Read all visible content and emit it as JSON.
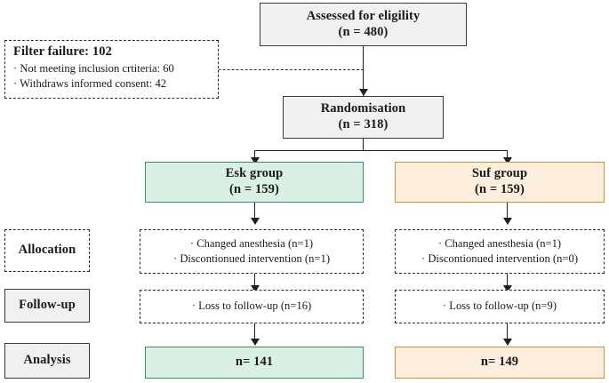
{
  "diagram": {
    "title": "CONSORT participant flow diagram",
    "colors": {
      "green_fill": "#daf0e4",
      "green_border": "#3f8f6b",
      "orange_fill": "#fdeedd",
      "orange_border": "#c8923f",
      "gray_fill": "#f0f0f0",
      "gray_border": "#3b3b3b",
      "line": "#2b2b2b"
    }
  },
  "nodes": {
    "assessed": {
      "line1": "Assessed for eligility",
      "line2": "(n = 480)"
    },
    "filter_failure": {
      "heading": "Filter failure: 102",
      "items": [
        "· Not meeting inclusion crtiteria: 60",
        "· Withdraws informed consent: 42"
      ]
    },
    "randomisation": {
      "line1": "Randomisation",
      "line2": "(n = 318)"
    },
    "esk_group": {
      "line1": "Esk group",
      "line2": "(n = 159)"
    },
    "suf_group": {
      "line1": "Suf group",
      "line2": "(n = 159)"
    },
    "allocation_label": "Allocation",
    "followup_label": "Follow-up",
    "analysis_label": "Analysis",
    "esk_allocation": {
      "items": [
        "· Changed anesthesia (n=1)",
        "· Discontionued intervention (n=1)"
      ]
    },
    "suf_allocation": {
      "items": [
        "· Changed anesthesia (n=1)",
        "· Discontionued intervention (n=0)"
      ]
    },
    "esk_followup": {
      "text": "· Loss to follow-up (n=16)"
    },
    "suf_followup": {
      "text": "· Loss to follow-up (n=9)"
    },
    "esk_analysis": {
      "text": "n= 141"
    },
    "suf_analysis": {
      "text": "n= 149"
    }
  }
}
